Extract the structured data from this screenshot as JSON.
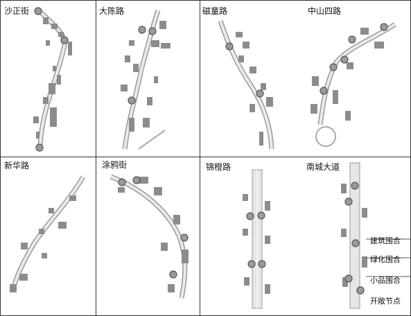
{
  "panels": [
    {
      "id": "p1",
      "label": "沙正街"
    },
    {
      "id": "p2",
      "label": "大陈路"
    },
    {
      "id": "p3",
      "label": "磁童路"
    },
    {
      "id": "p4",
      "label": "中山四路"
    },
    {
      "id": "p5",
      "label": "新华路"
    },
    {
      "id": "p6",
      "label": "涂鸦街"
    },
    {
      "id": "p7",
      "label": "锦橙路"
    },
    {
      "id": "p8",
      "label": "南城大道"
    }
  ],
  "legend": {
    "building": "建筑围合",
    "green": "绿化围合",
    "small": "小品围合",
    "node": "开敞节点"
  },
  "colors": {
    "street": "#e6e6e6",
    "street_edge": "#9a9a9a",
    "building": "#8c8c8c",
    "node_fill": "#9a9a9a",
    "node_stroke": "#555555",
    "grid": "#333333"
  }
}
